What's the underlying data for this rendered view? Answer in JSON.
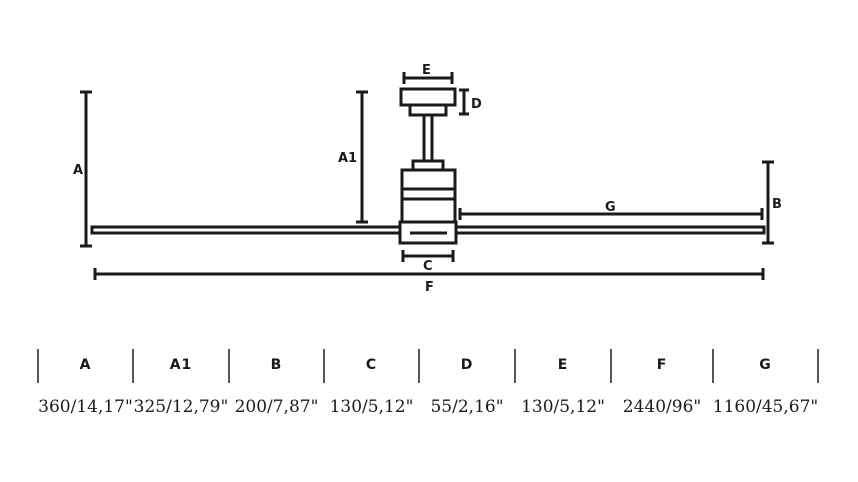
{
  "diagram": {
    "labels": {
      "a": "A",
      "a1": "A1",
      "b": "B",
      "c": "C",
      "d": "D",
      "e": "E",
      "f": "F",
      "g": "G"
    },
    "stroke_color": "#1a1a1a"
  },
  "table": {
    "columns": [
      {
        "header": "A",
        "value": "360/14,17\""
      },
      {
        "header": "A1",
        "value": "325/12,79\""
      },
      {
        "header": "B",
        "value": "200/7,87\""
      },
      {
        "header": "C",
        "value": "130/5,12\""
      },
      {
        "header": "D",
        "value": "55/2,16\""
      },
      {
        "header": "E",
        "value": "130/5,12\""
      },
      {
        "header": "F",
        "value": "2440/96\""
      },
      {
        "header": "G",
        "value": "1160/45,67\""
      }
    ]
  }
}
